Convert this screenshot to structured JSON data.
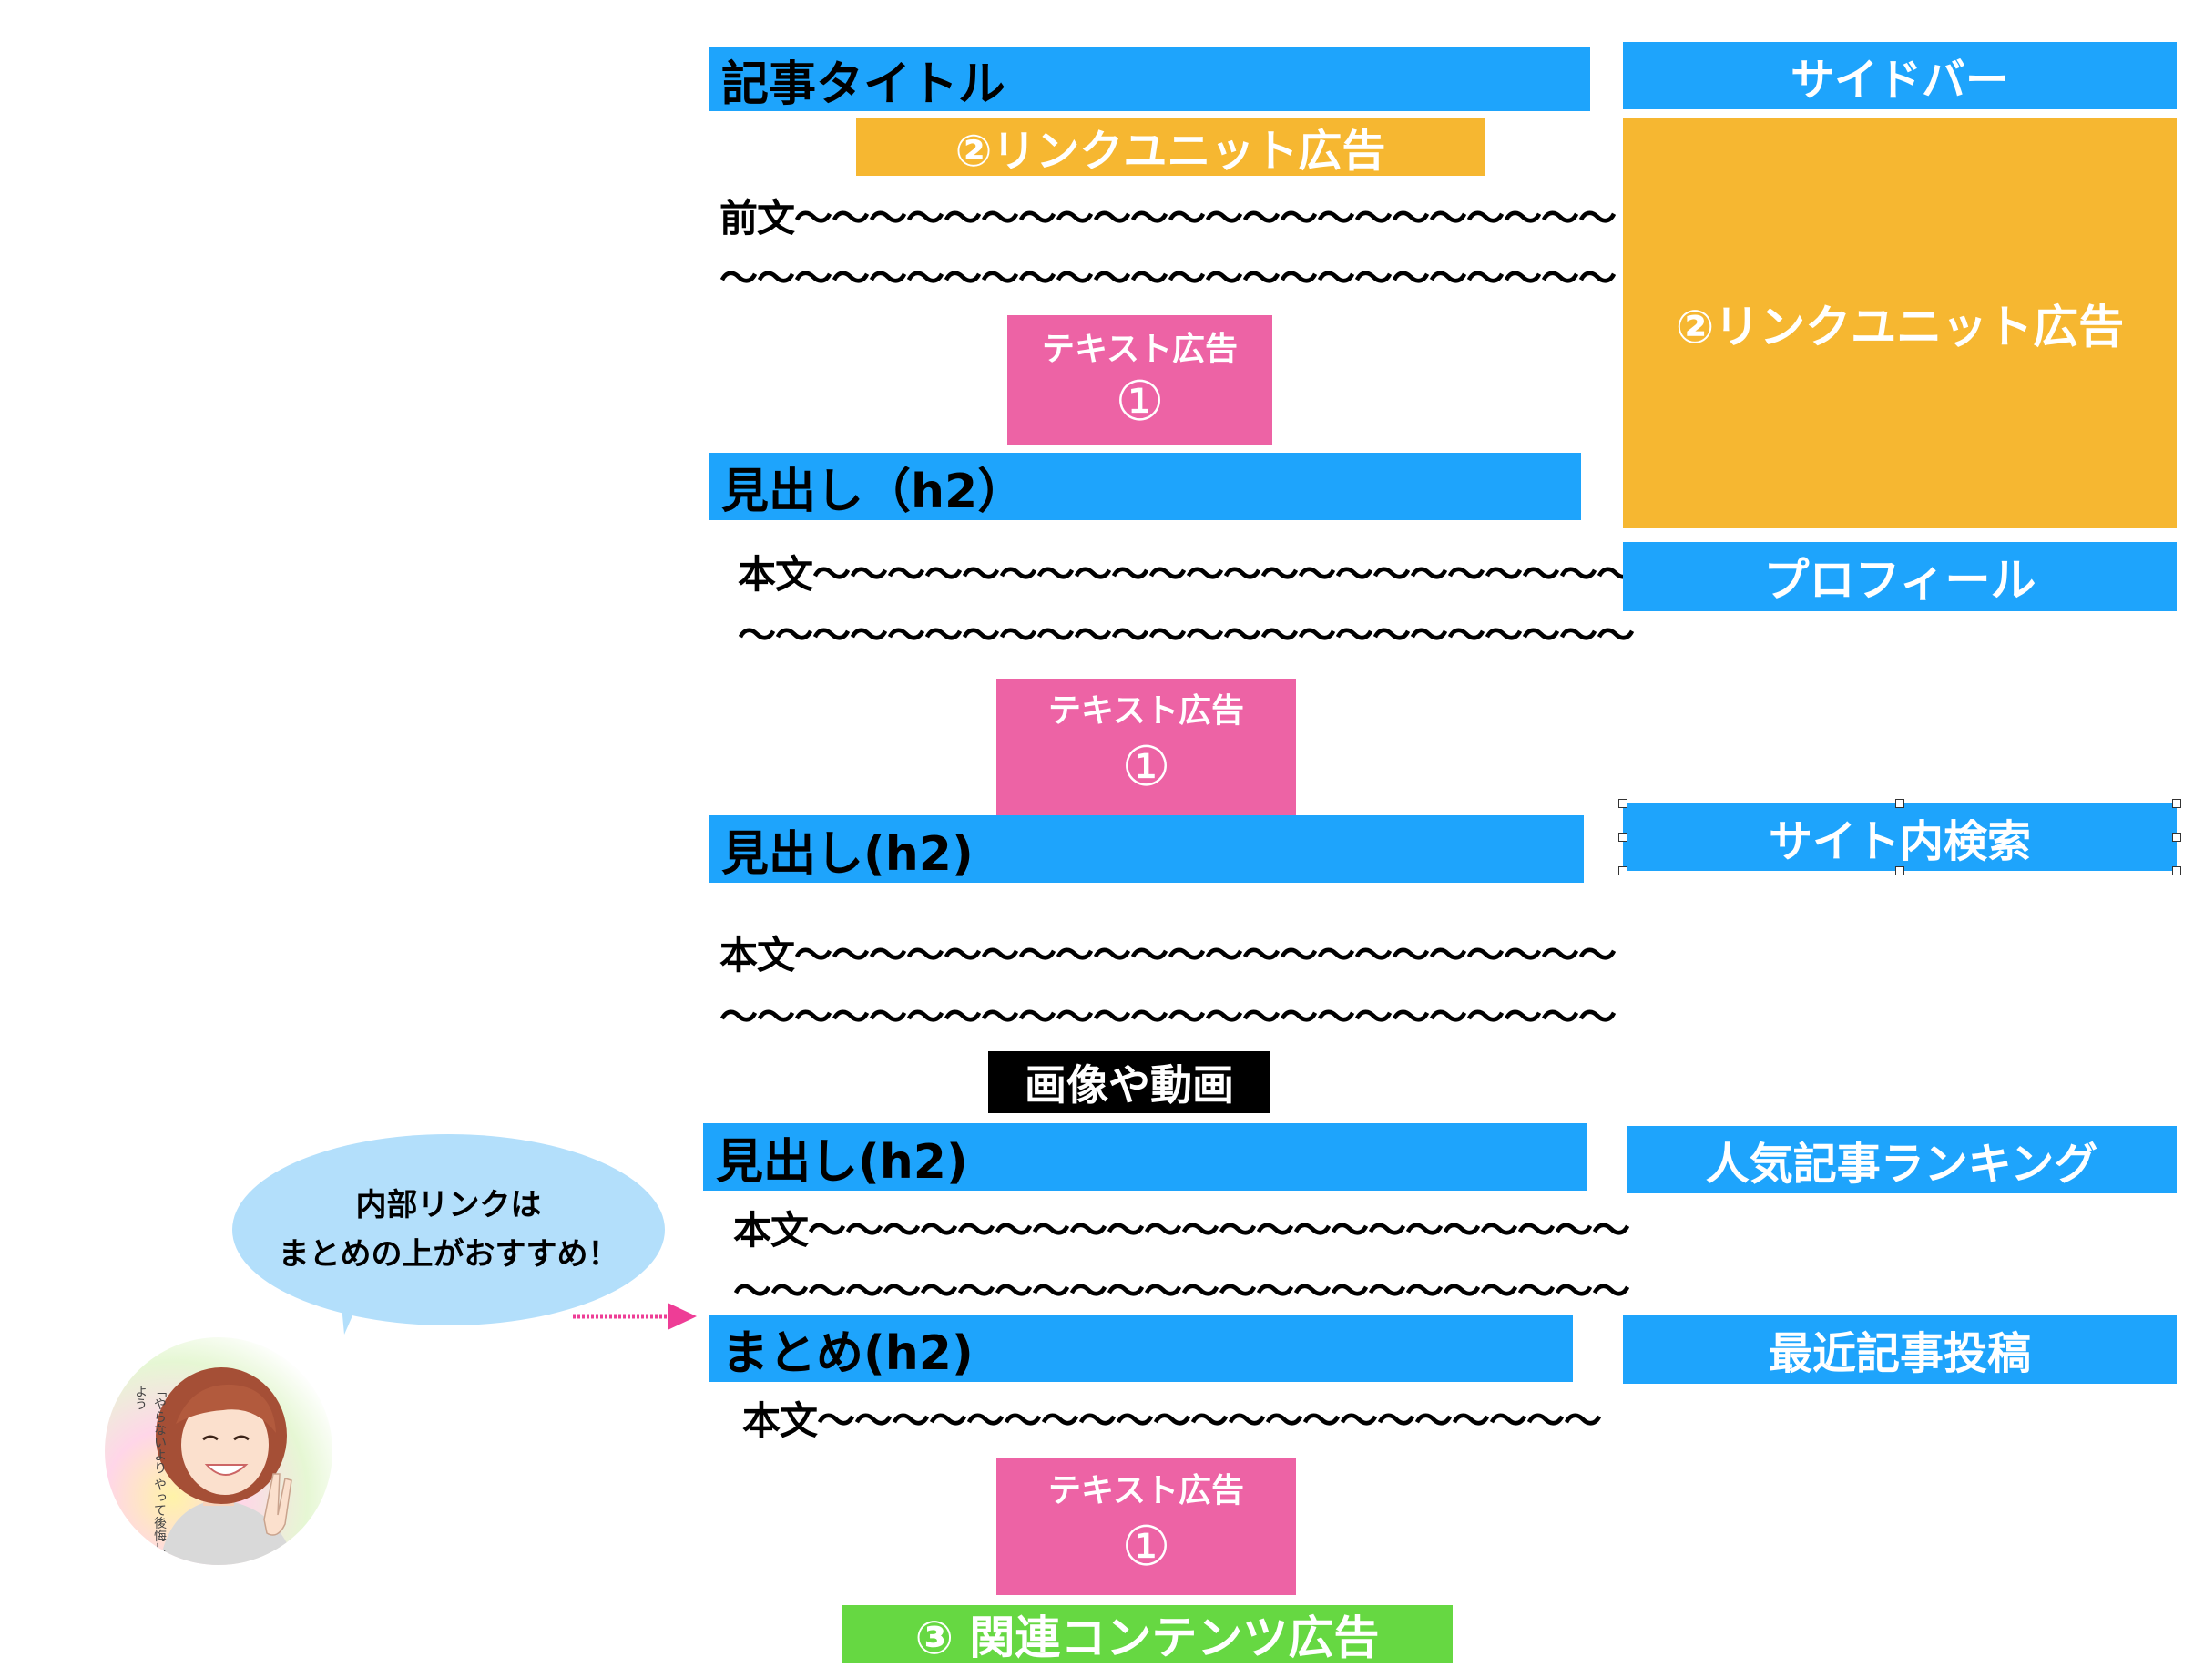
{
  "main": {
    "article_title": "記事タイトル",
    "link_unit_top": "②リンクユニット広告",
    "intro_line1": "前文〜〜〜〜〜〜〜〜〜〜〜〜〜〜〜〜〜〜〜〜〜〜",
    "intro_line2": "〜〜〜〜〜〜〜〜〜〜〜〜〜〜〜〜〜〜〜〜〜〜〜〜",
    "text_ad_label": "テキスト広告",
    "text_ad_number": "①",
    "heading1": "見出し（h2）",
    "heading2": "見出し(h2)",
    "heading3": "見出し(h2)",
    "summary_heading": "まとめ(h2)",
    "body_prefix": "本文〜〜〜〜〜〜〜〜〜〜〜〜〜〜〜〜〜〜〜〜〜〜",
    "body_prefix_short": "本文〜〜〜〜〜〜〜〜〜〜〜〜〜〜〜〜〜〜〜〜〜",
    "body_tilde": "〜〜〜〜〜〜〜〜〜〜〜〜〜〜〜〜〜〜〜〜〜〜〜〜",
    "media_label": "画像や動画",
    "related_ad": "③ 関連コンテンツ広告"
  },
  "sidebar": {
    "title": "サイドバー",
    "link_unit": "②リンクユニット広告",
    "profile": "プロフィール",
    "site_search": "サイト内検索",
    "popular_ranking": "人気記事ランキング",
    "recent_posts": "最近記事投稿"
  },
  "callout": {
    "line1": "内部リンクは",
    "line2": "まとめの上がおすすめ！"
  },
  "avatar": {
    "caption_line1": "「やらないより",
    "caption_line2": "やって後悔しよう"
  },
  "colors": {
    "blue": "#1ea4fc",
    "orange": "#f6b731",
    "pink": "#ed63a5",
    "green": "#66d842",
    "bubble": "#b3dffb",
    "arrow": "#ee3d96"
  }
}
